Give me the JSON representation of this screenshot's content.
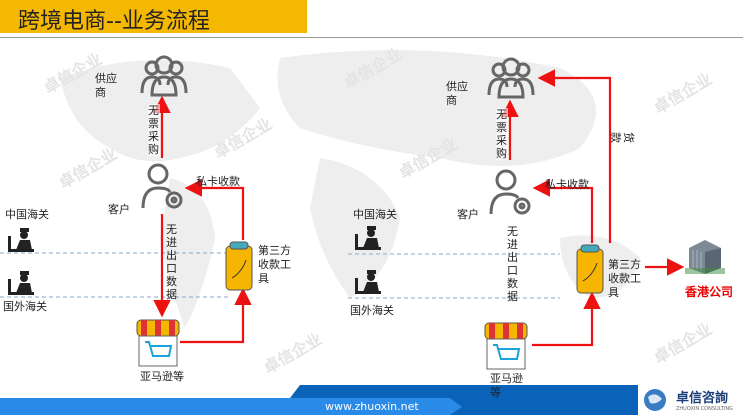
{
  "title": "跨境电商--业务流程",
  "watermark": "卓信企业",
  "left": {
    "supplier": "供应商",
    "customer": "客户",
    "no_invoice": "无票采购",
    "private_card": "私卡收款",
    "no_data": "无进出口数据",
    "third_party": "第三方收款工具",
    "store": "亚马逊等",
    "customs_cn": "中国海关",
    "customs_foreign": "国外海关"
  },
  "right": {
    "supplier": "供应商",
    "customer": "客户",
    "no_invoice": "无票采购",
    "private_card": "私卡收款",
    "payment": "货款",
    "no_data": "无进出口数据",
    "third_party": "第三方收款工具",
    "store": "亚马逊等",
    "customs_cn": "中国海关",
    "customs_foreign": "国外海关",
    "hk_company": "香港公司"
  },
  "footer": {
    "url": "www.zhuoxin.net",
    "logo": "卓信咨詢",
    "logo_sub": "ZHUOXIN CONSULTING"
  },
  "colors": {
    "accent": "#f5b800",
    "arrow": "#ee1111",
    "footer": "#1f78d8"
  }
}
